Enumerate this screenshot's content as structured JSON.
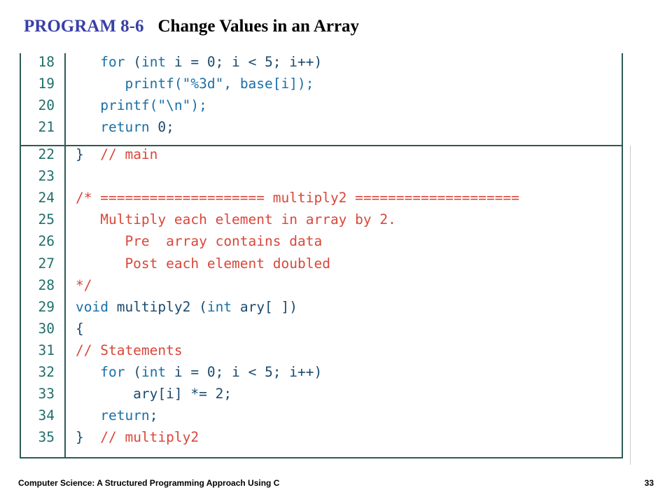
{
  "title": {
    "program_label": "PROGRAM 8-6",
    "program_name": "Change Values in an Array"
  },
  "code_top": [
    {
      "num": "18",
      "tokens": [
        {
          "t": "   "
        },
        {
          "t": "for",
          "c": "keyword"
        },
        {
          "t": " (",
          "c": "normal"
        },
        {
          "t": "int",
          "c": "keyword"
        },
        {
          "t": " i = 0; i < 5; i++)",
          "c": "normal"
        }
      ]
    },
    {
      "num": "19",
      "tokens": [
        {
          "t": "      "
        },
        {
          "t": "printf(\"%3d\", base[i]);",
          "c": "keyword"
        }
      ]
    },
    {
      "num": "20",
      "tokens": [
        {
          "t": "   "
        },
        {
          "t": "printf(\"\\n\");",
          "c": "keyword"
        }
      ]
    },
    {
      "num": "21",
      "tokens": [
        {
          "t": "   "
        },
        {
          "t": "return",
          "c": "keyword"
        },
        {
          "t": " 0;",
          "c": "normal"
        }
      ]
    }
  ],
  "code_bottom": [
    {
      "num": "22",
      "tokens": [
        {
          "t": "}",
          "c": "normal"
        },
        {
          "t": "  // main",
          "c": "comment"
        }
      ]
    },
    {
      "num": "23",
      "tokens": []
    },
    {
      "num": "24",
      "tokens": [
        {
          "t": "/* ==================== multiply2 ====================",
          "c": "comment"
        }
      ]
    },
    {
      "num": "25",
      "tokens": [
        {
          "t": "   Multiply each element in array by 2.",
          "c": "comment"
        }
      ]
    },
    {
      "num": "26",
      "tokens": [
        {
          "t": "      Pre  array contains data",
          "c": "comment"
        }
      ]
    },
    {
      "num": "27",
      "tokens": [
        {
          "t": "      Post each element doubled",
          "c": "comment"
        }
      ]
    },
    {
      "num": "28",
      "tokens": [
        {
          "t": "*/",
          "c": "comment"
        }
      ]
    },
    {
      "num": "29",
      "tokens": [
        {
          "t": "void",
          "c": "keyword"
        },
        {
          "t": " multiply2 (",
          "c": "normal"
        },
        {
          "t": "int",
          "c": "keyword"
        },
        {
          "t": " ary[ ])",
          "c": "normal"
        }
      ]
    },
    {
      "num": "30",
      "tokens": [
        {
          "t": "{",
          "c": "normal"
        }
      ]
    },
    {
      "num": "31",
      "tokens": [
        {
          "t": "// Statements",
          "c": "comment"
        }
      ]
    },
    {
      "num": "32",
      "tokens": [
        {
          "t": "   "
        },
        {
          "t": "for",
          "c": "keyword"
        },
        {
          "t": " (",
          "c": "normal"
        },
        {
          "t": "int",
          "c": "keyword"
        },
        {
          "t": " i = 0; i < 5; i++)",
          "c": "normal"
        }
      ]
    },
    {
      "num": "33",
      "tokens": [
        {
          "t": "       ary[i] *= 2;",
          "c": "normal"
        }
      ]
    },
    {
      "num": "34",
      "tokens": [
        {
          "t": "   "
        },
        {
          "t": "return",
          "c": "keyword"
        },
        {
          "t": ";",
          "c": "normal"
        }
      ]
    },
    {
      "num": "35",
      "tokens": [
        {
          "t": "}",
          "c": "normal"
        },
        {
          "t": "  // multiply2",
          "c": "comment"
        }
      ]
    }
  ],
  "footer": {
    "book": "Computer Science: A Structured Programming Approach Using C",
    "page": "33"
  },
  "colors": {
    "title_accent": "#3a3fa8",
    "keyword": "#1a6fa6",
    "comment": "#d9473a",
    "border": "#2e5a56"
  }
}
